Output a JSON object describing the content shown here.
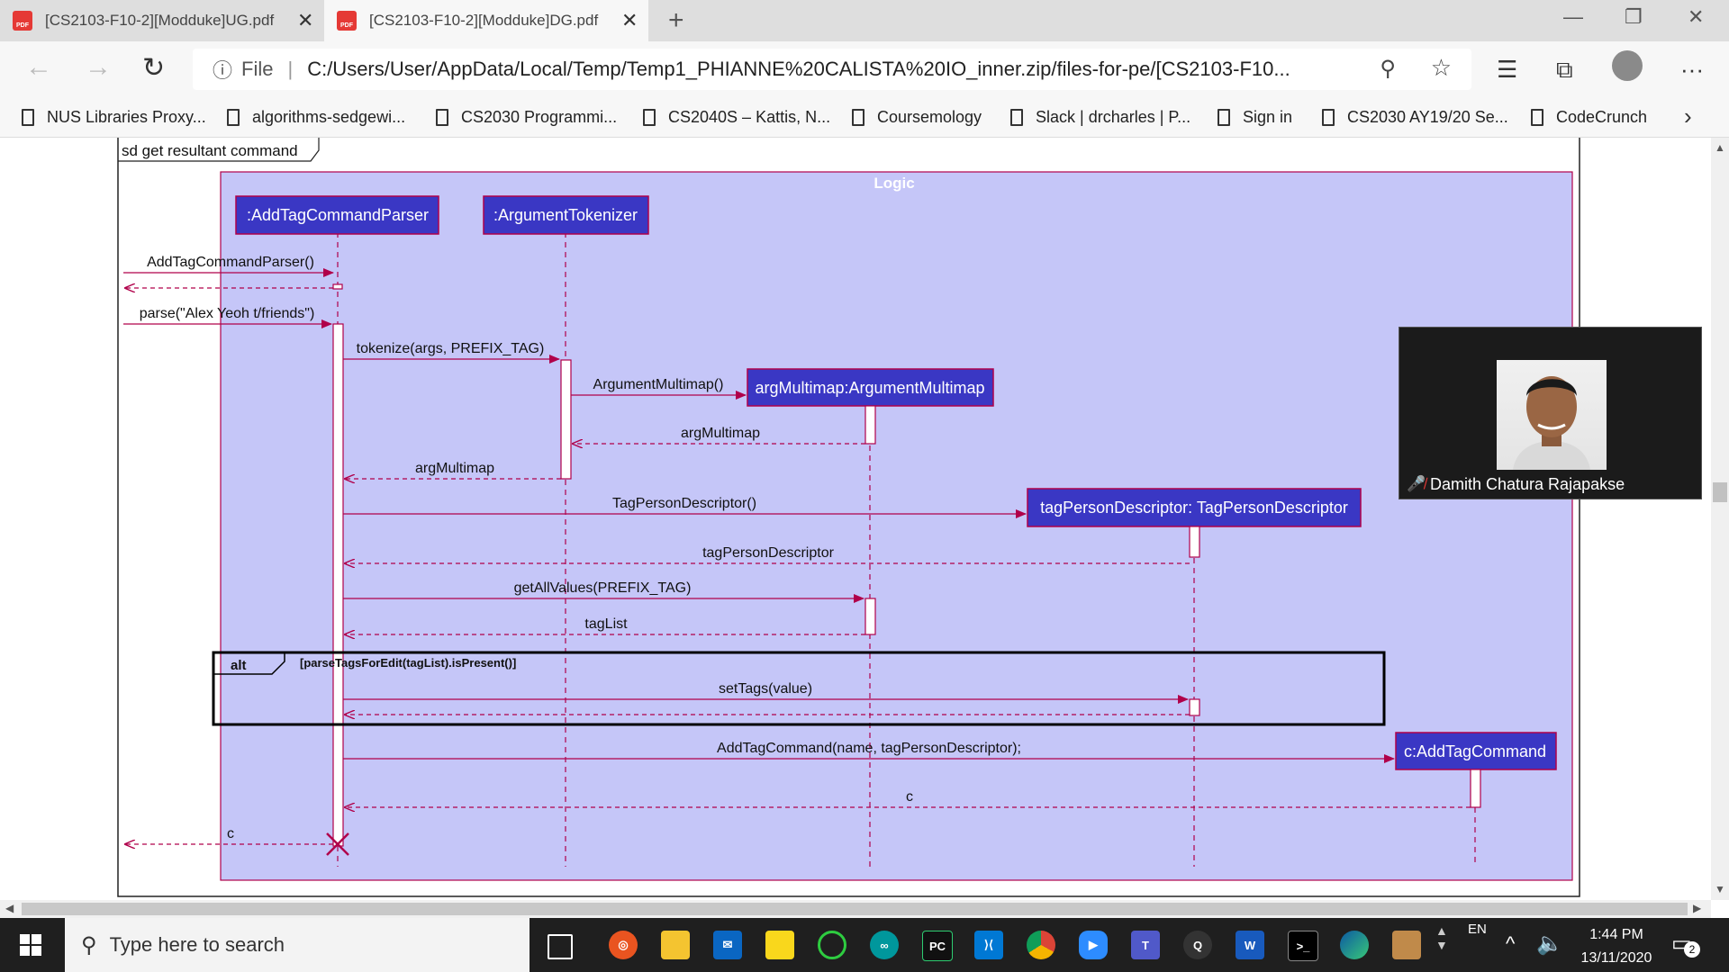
{
  "tabs": [
    {
      "label": "[CS2103-F10-2][Modduke]UG.pdf",
      "icon": "pdf-icon"
    },
    {
      "label": "[CS2103-F10-2][Modduke]DG.pdf",
      "icon": "pdf-icon"
    }
  ],
  "address": {
    "info_label": "File",
    "url": "C:/Users/User/AppData/Local/Temp/Temp1_PHIANNE%20CALISTA%20IO_inner.zip/files-for-pe/[CS2103-F10..."
  },
  "bookmarks": [
    "NUS Libraries Proxy...",
    "algorithms-sedgewi...",
    "CS2030 Programmi...",
    "CS2040S – Kattis, N...",
    "Coursemology",
    "Slack | drcharles | P...",
    "Sign in",
    "CS2030 AY19/20 Se...",
    "CodeCrunch"
  ],
  "diagram": {
    "frame_label": "sd get resultant command",
    "logic_label": "Logic",
    "participants": [
      ":AddTagCommandParser",
      ":ArgumentTokenizer",
      "argMultimap:ArgumentMultimap",
      "tagPersonDescriptor: TagPersonDescriptor",
      "c:AddTagCommand"
    ],
    "messages": [
      "AddTagCommandParser()",
      "parse(\"Alex Yeoh t/friends\")",
      "tokenize(args, PREFIX_TAG)",
      "ArgumentMultimap()",
      "argMultimap",
      "argMultimap",
      "TagPersonDescriptor()",
      "tagPersonDescriptor",
      "getAllValues(PREFIX_TAG)",
      "tagList",
      "setTags(value)",
      "AddTagCommand(name, tagPersonDescriptor);",
      "c",
      "c"
    ],
    "alt_label": "alt",
    "alt_guard": "[parseTagsForEdit(tagList).isPresent()]",
    "colors": {
      "logic_bg": "#c5c6f8",
      "participant_bg": "#3a37c4",
      "arrow": "#b0004a"
    }
  },
  "video": {
    "name": "Damith Chatura Rajapakse"
  },
  "taskbar": {
    "search_placeholder": "Type here to search",
    "lang": "EN",
    "time": "1:44 PM",
    "date": "13/11/2020",
    "notification_count": "2"
  }
}
